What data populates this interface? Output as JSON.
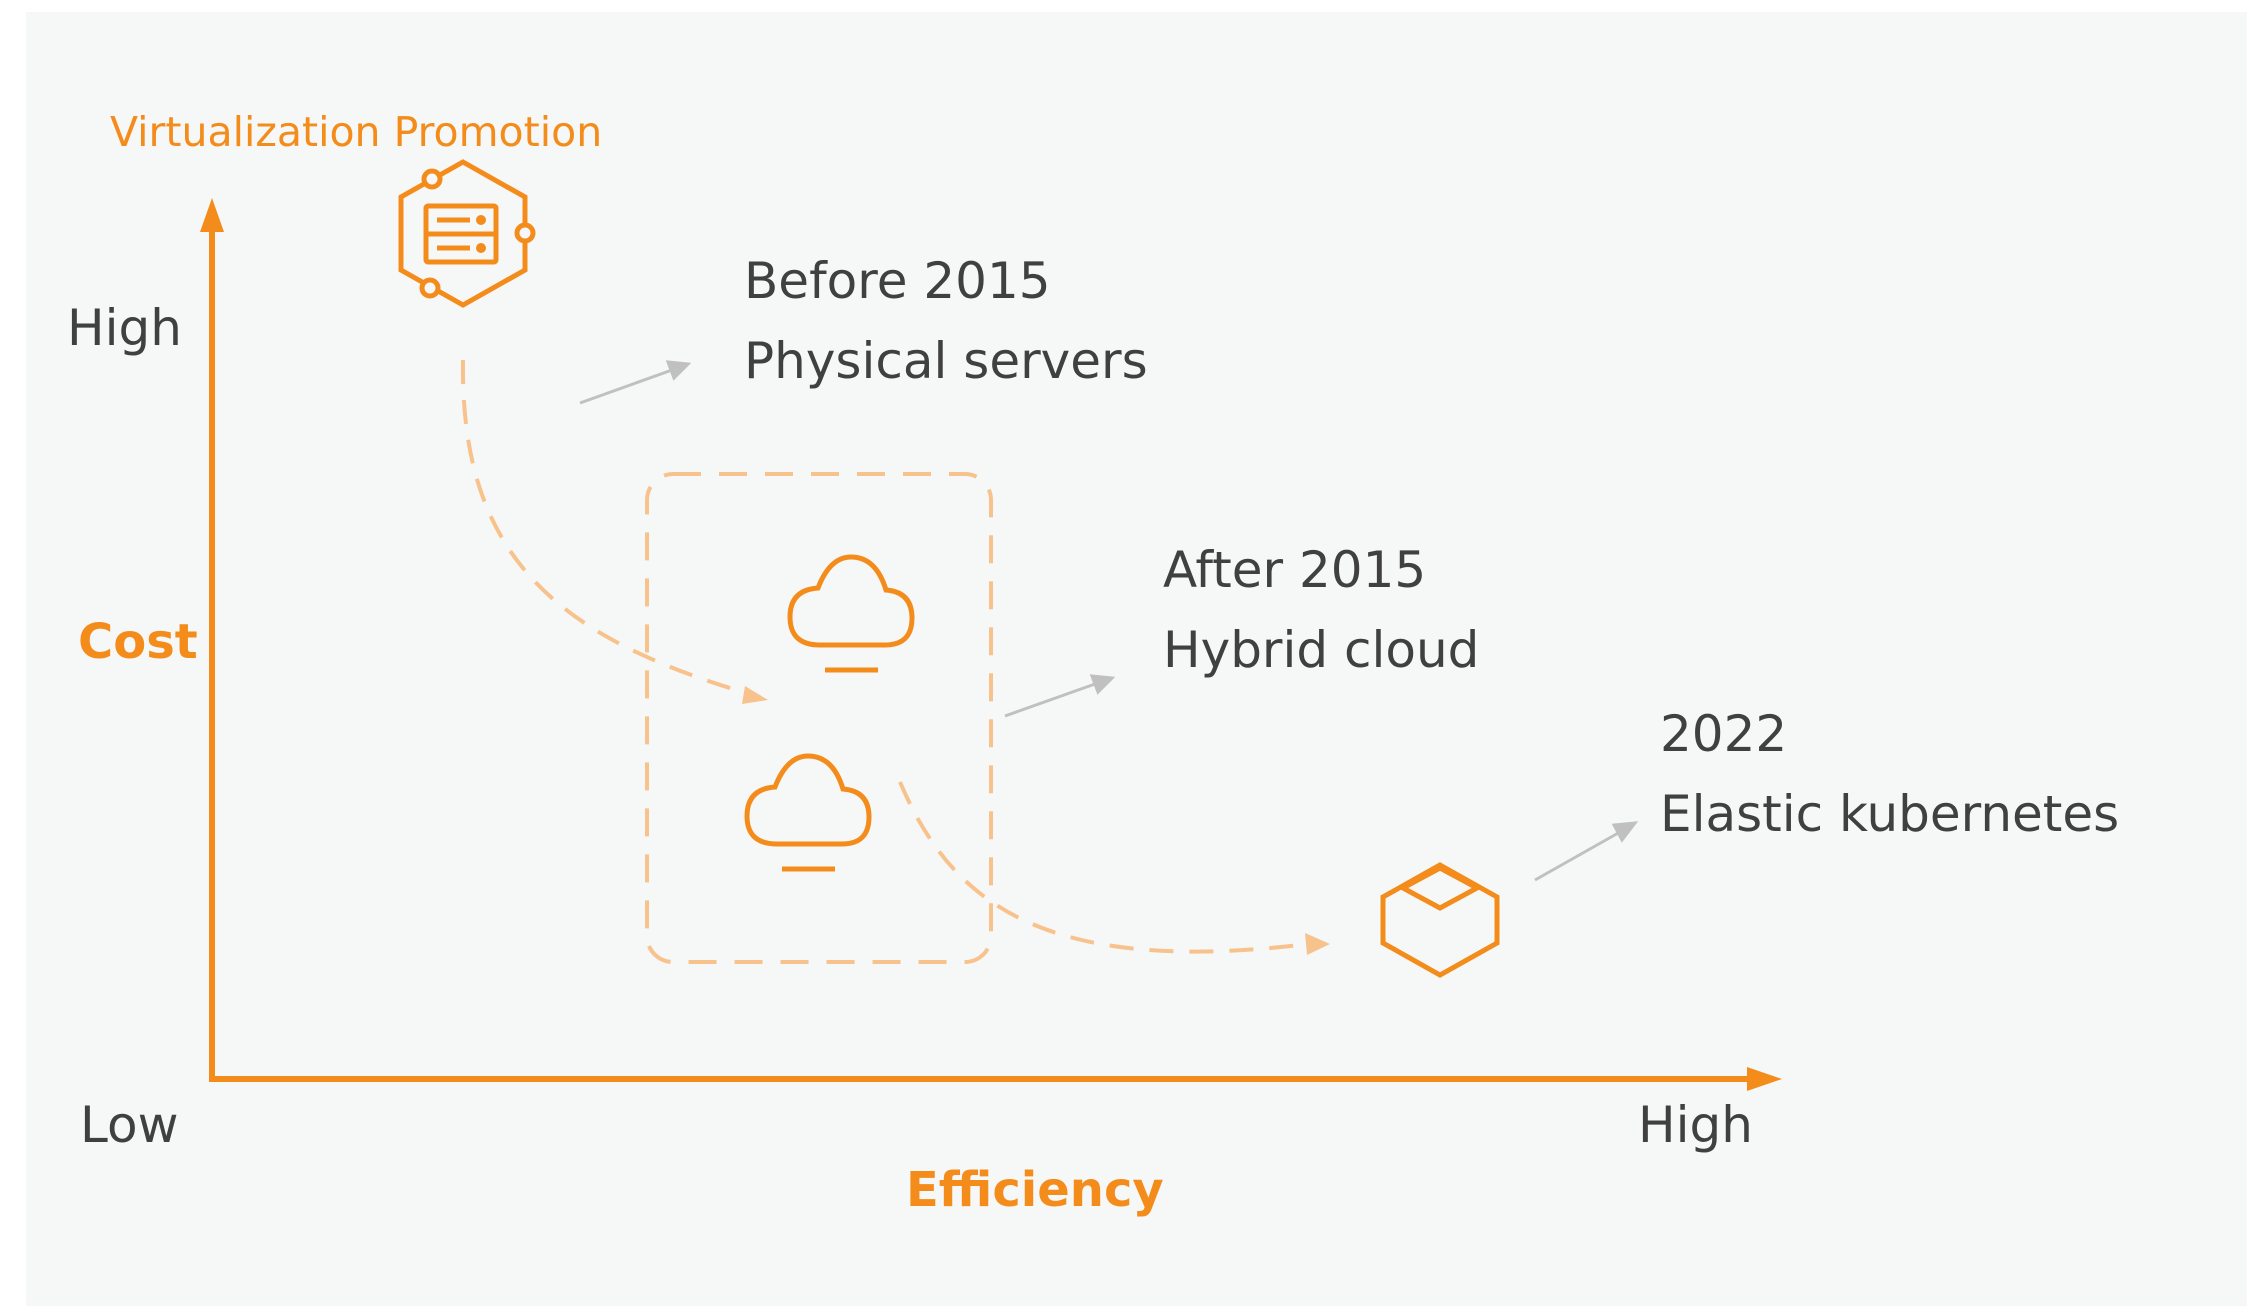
{
  "top_label": "Virtualization Promotion",
  "y_axis": {
    "label": "Cost",
    "high": "High"
  },
  "x_axis": {
    "label": "Efficiency",
    "low": "Low",
    "high": "High"
  },
  "stages": [
    {
      "year": "Before 2015",
      "name": "Physical servers",
      "icon": "server-hexagon-icon"
    },
    {
      "year": "After 2015",
      "name": "Hybrid cloud",
      "icon": "cloud-icon"
    },
    {
      "year": "2022",
      "name": "Elastic kubernetes",
      "icon": "cube-hexagon-icon"
    }
  ],
  "colors": {
    "accent": "#f48c1c",
    "accent_light": "#f8c28c",
    "text": "#404040",
    "pointer": "#c0c0c0",
    "background": "#f6f7f7"
  }
}
